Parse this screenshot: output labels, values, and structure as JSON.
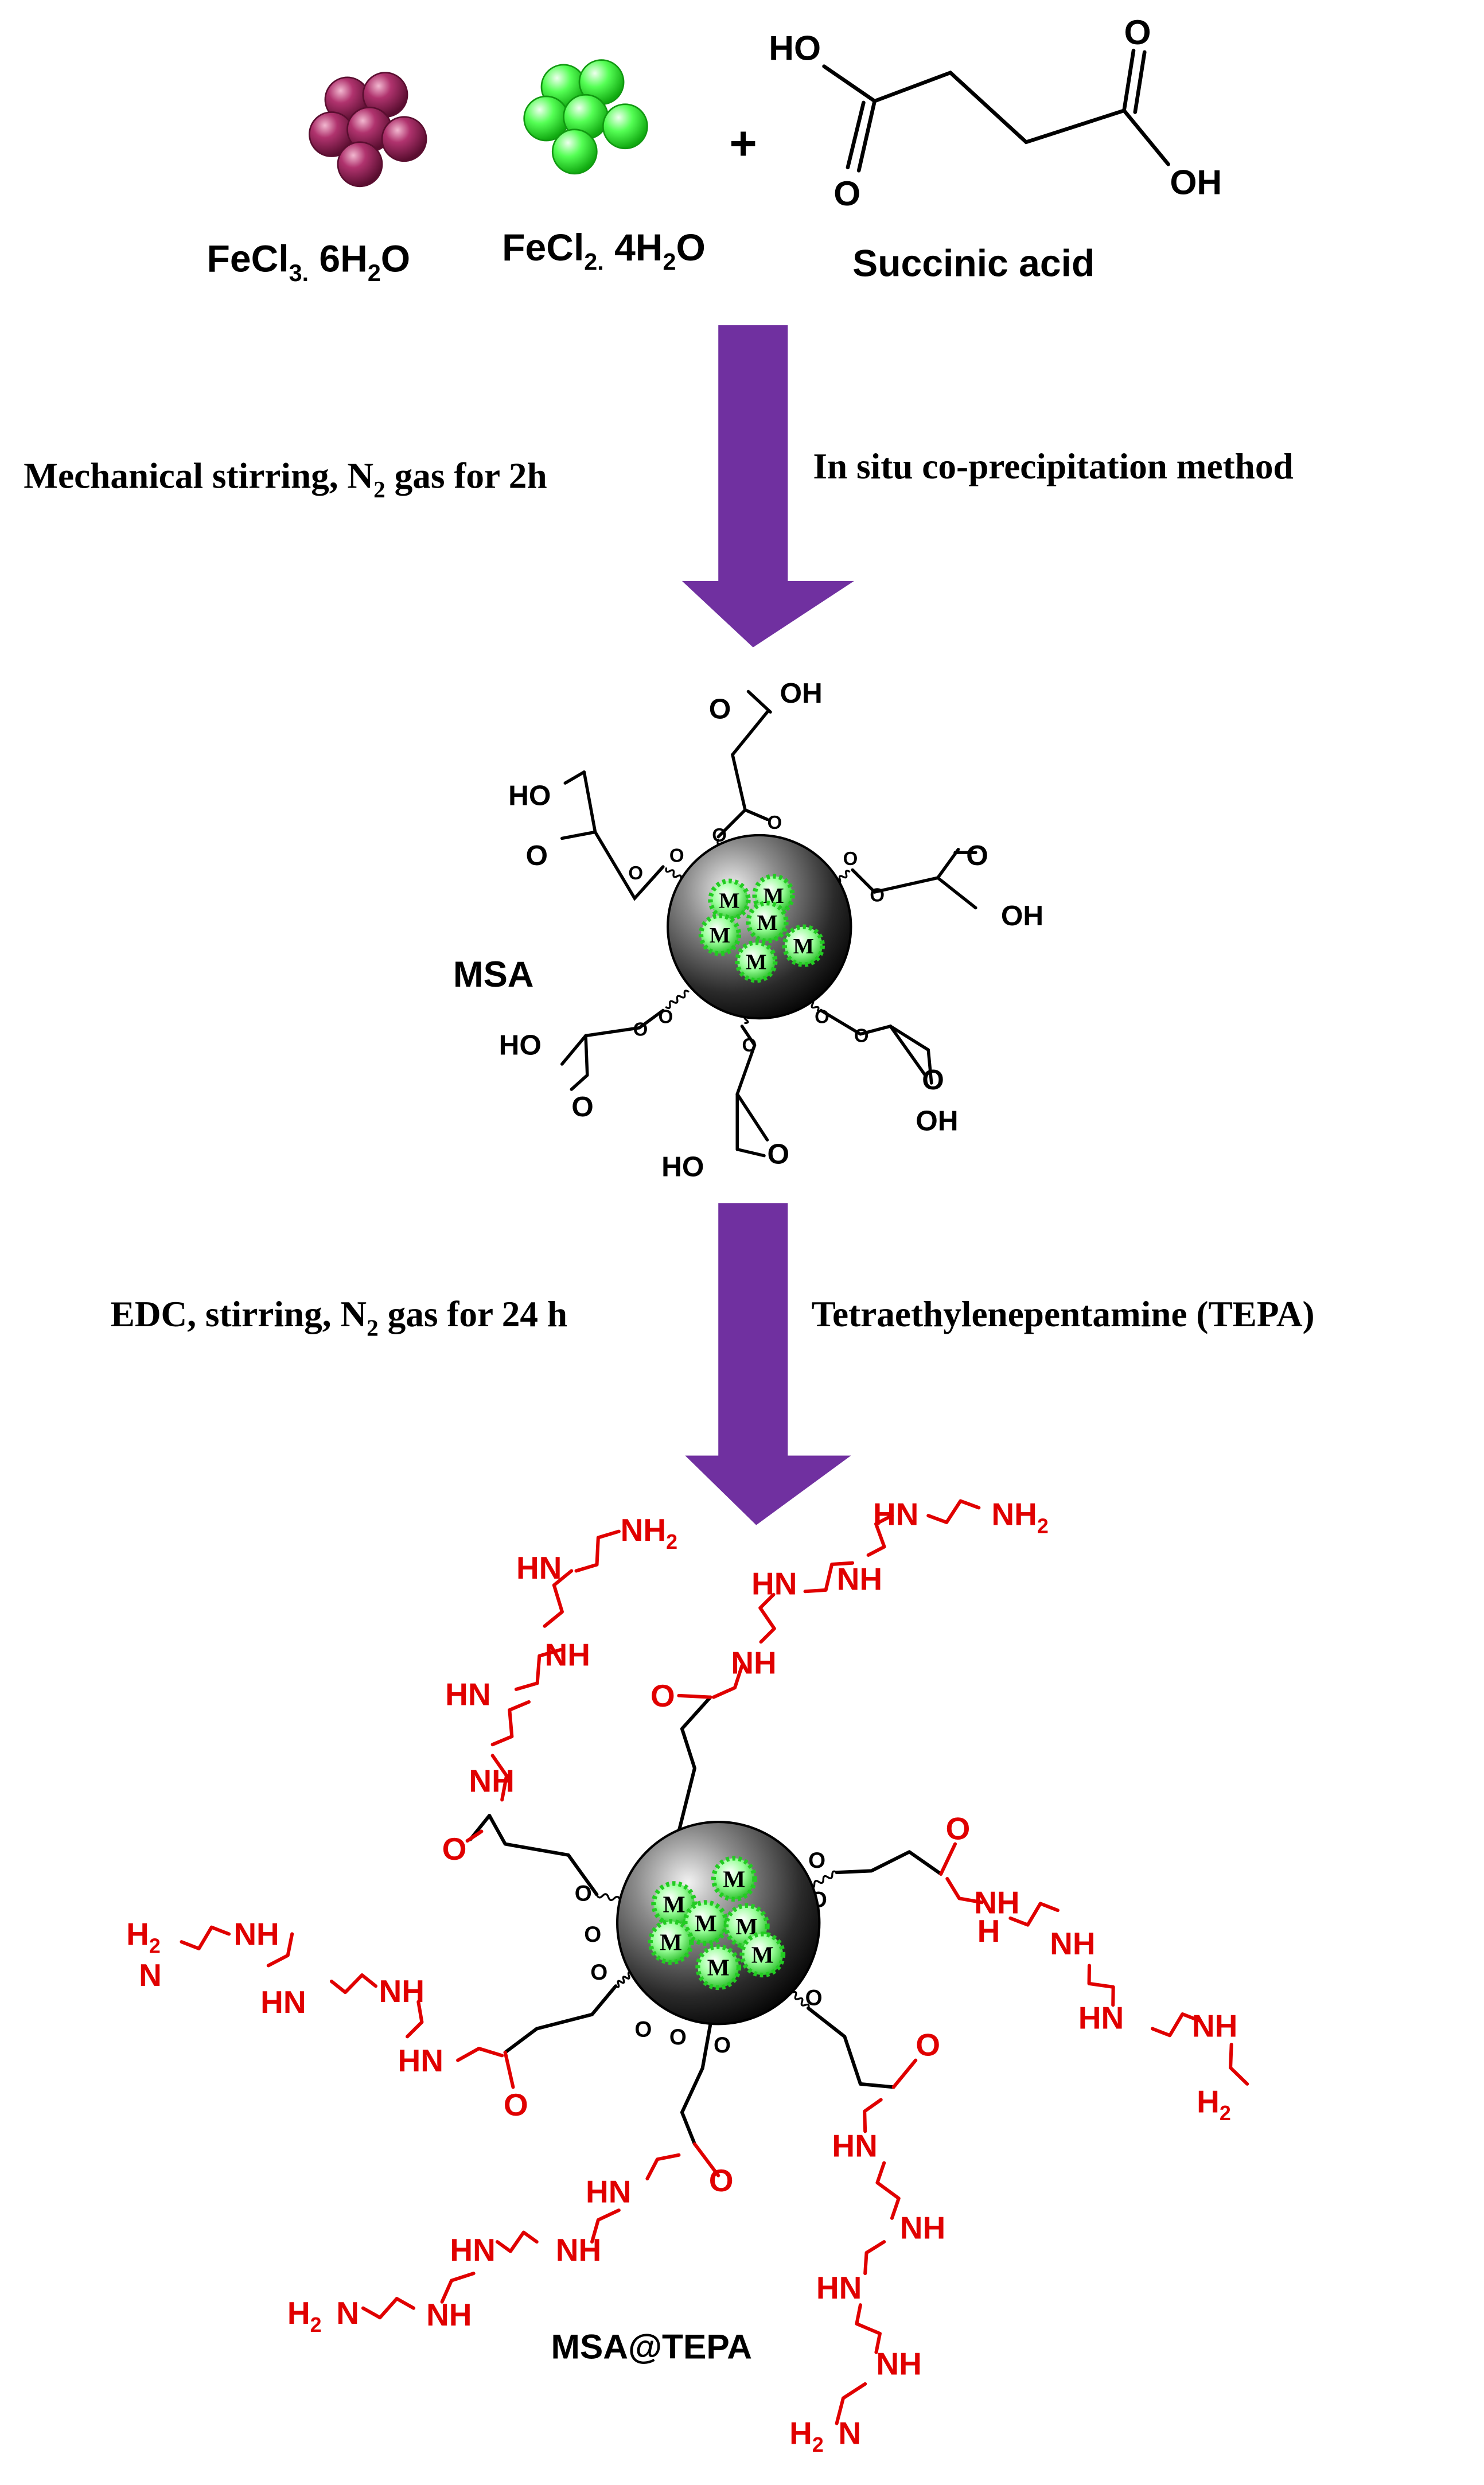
{
  "reactants": {
    "fecl3": {
      "main": "FeCl",
      "sub1": "3.",
      "mid": " 6H",
      "sub2": "2",
      "tail": "O"
    },
    "fecl2": {
      "main": "FeCl",
      "sub1": "2.",
      "mid": " 4H",
      "sub2": "2",
      "tail": "O"
    },
    "plus": "+",
    "succinic": {
      "ho": "HO",
      "o_top": "O",
      "o_bottom": "O",
      "oh": "OH",
      "name": "Succinic acid"
    }
  },
  "step1": {
    "left_a": "Mechanical stirring,  N",
    "left_sub": "2",
    "left_b": " gas for 2h",
    "right": "In situ co-precipitation  method"
  },
  "msa": {
    "label": "MSA",
    "core_letter": "M",
    "ho": "HO",
    "oh": "OH",
    "o": "O"
  },
  "step2": {
    "left_a": "EDC, stirring,  N",
    "left_sub": "2",
    "left_b": " gas for 24 h",
    "right": "Tetraethylenepentamine  (TEPA)"
  },
  "product": {
    "label": "MSA@TEPA",
    "hn": "HN",
    "nh": "NH",
    "nh2": "NH",
    "two": "2",
    "h2n": "H",
    "n": "N",
    "h": "H",
    "o": "O"
  },
  "colors": {
    "arrow": "#7030A0",
    "fe3_sphere": "#8B1C4F",
    "fe2_sphere": "#33EE33",
    "tepa": "#E00000",
    "bonds": "#000000",
    "core": "#555555"
  },
  "icons": [
    "fe3-cluster-icon",
    "fe2-cluster-icon",
    "reaction-arrow-icon",
    "magnetic-core-icon"
  ]
}
